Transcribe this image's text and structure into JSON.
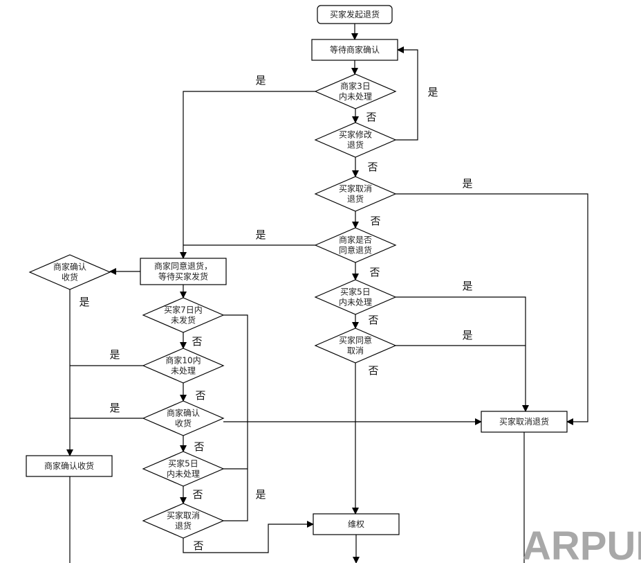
{
  "diagram": {
    "title": "买家退货流程",
    "nodes": {
      "start": {
        "lines": [
          "买家发起退货"
        ]
      },
      "wait_merchant": {
        "lines": [
          "等待商家确认"
        ]
      },
      "d_merchant_3days": {
        "lines": [
          "商家3日",
          "内未处理"
        ]
      },
      "d_buyer_modify": {
        "lines": [
          "买家修改",
          "退货"
        ]
      },
      "d_buyer_cancel_1": {
        "lines": [
          "买家取消",
          "退货"
        ]
      },
      "d_merchant_agree": {
        "lines": [
          "商家是否",
          "同意退货"
        ]
      },
      "d_buyer_5days_1": {
        "lines": [
          "买家5日",
          "内未处理"
        ]
      },
      "d_buyer_agree_cancel": {
        "lines": [
          "买家同意",
          "取消"
        ]
      },
      "merchant_agreed": {
        "lines": [
          "商家同意退货，",
          "等待买家发货"
        ]
      },
      "d_merchant_confirm_left": {
        "lines": [
          "商家确认",
          "收货"
        ]
      },
      "d_buyer_7days": {
        "lines": [
          "买家7日内",
          "未发货"
        ]
      },
      "d_merchant_10days": {
        "lines": [
          "商家10内",
          "未处理"
        ]
      },
      "d_merchant_confirm": {
        "lines": [
          "商家确认",
          "收货"
        ]
      },
      "d_buyer_5days_2": {
        "lines": [
          "买家5日",
          "内未处理"
        ]
      },
      "d_buyer_cancel_2": {
        "lines": [
          "买家取消",
          "退货"
        ]
      },
      "buyer_cancel_return": {
        "lines": [
          "买家取消退货"
        ]
      },
      "merchant_confirm_receipt": {
        "lines": [
          "商家确认收货"
        ]
      },
      "dispute": {
        "lines": [
          "维权"
        ]
      }
    },
    "labels": {
      "yes": "是",
      "no": "否"
    }
  },
  "watermark": "ARPUN.COM"
}
